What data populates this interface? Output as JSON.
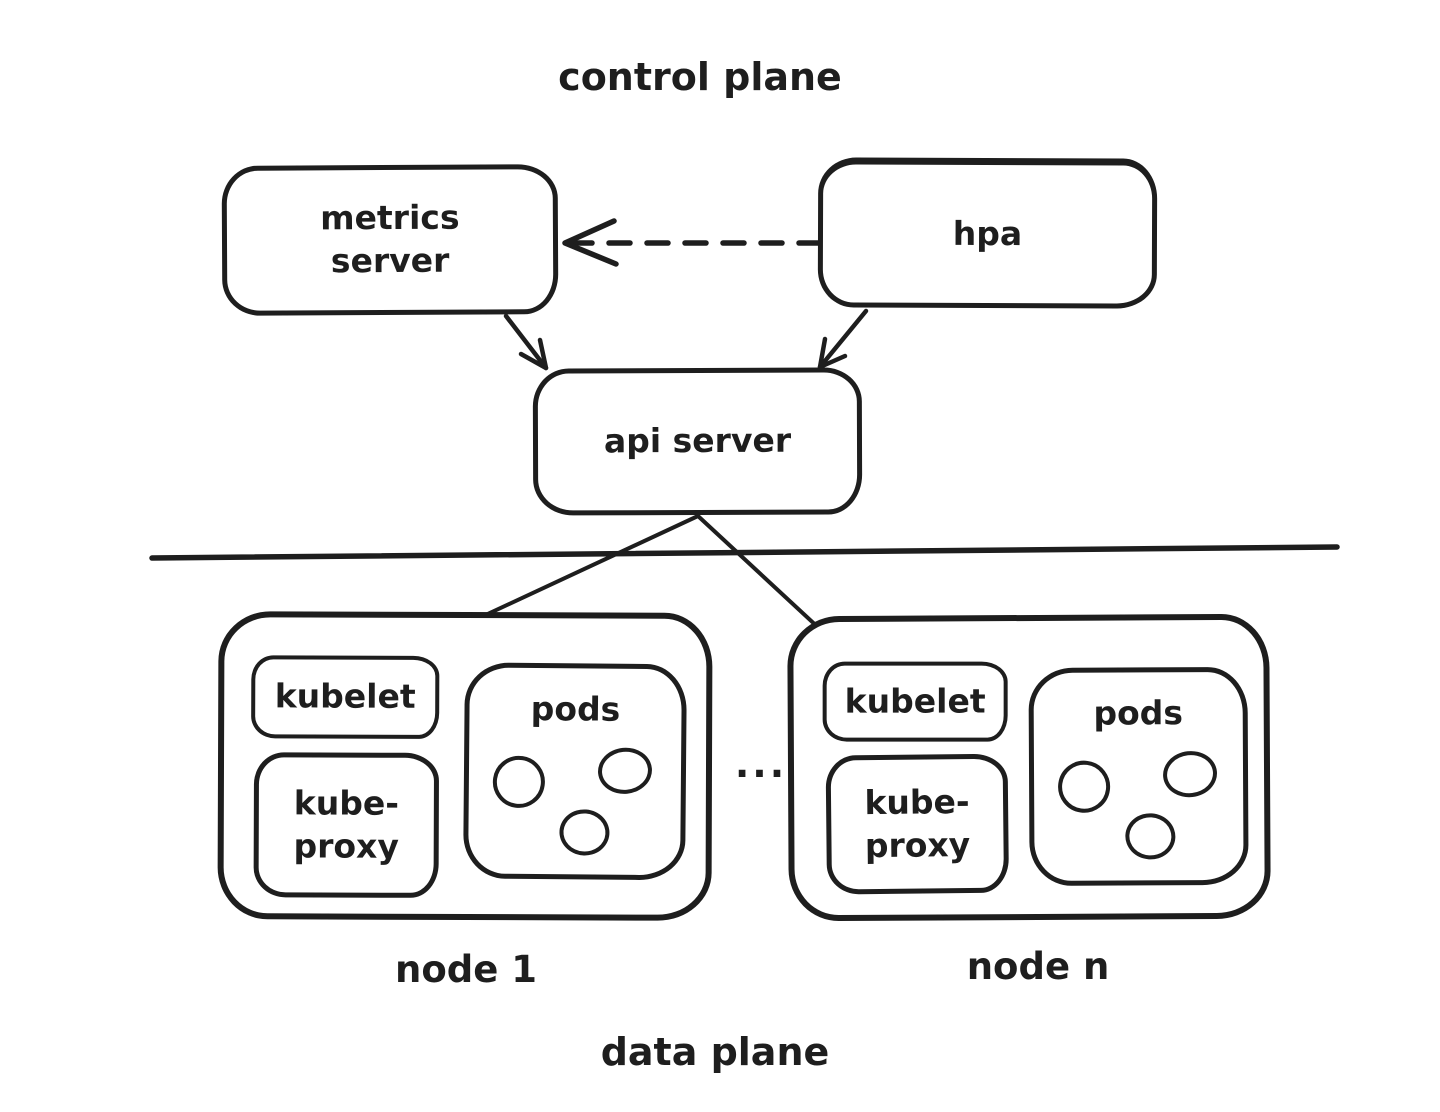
{
  "colors": {
    "stroke": "#1e1e1e",
    "background": "#ffffff"
  },
  "control_plane": {
    "title": "control plane",
    "metrics_server_label": "metrics server",
    "hpa_label": "hpa",
    "api_server_label": "api server"
  },
  "data_plane": {
    "title": "data plane",
    "ellipsis": "...",
    "nodes": [
      {
        "name": "node 1",
        "kubelet_label": "kubelet",
        "kube_proxy_line1": "kube-",
        "kube_proxy_line2": "proxy",
        "pods_label": "pods",
        "pod_count": 3
      },
      {
        "name": "node n",
        "kubelet_label": "kubelet",
        "kube_proxy_line1": "kube-",
        "kube_proxy_line2": "proxy",
        "pods_label": "pods",
        "pod_count": 3
      }
    ]
  },
  "connections": [
    {
      "from": "hpa",
      "to": "metrics server",
      "style": "dashed-arrow"
    },
    {
      "from": "metrics server",
      "to": "api server",
      "style": "solid-arrow"
    },
    {
      "from": "hpa",
      "to": "api server",
      "style": "solid-arrow"
    },
    {
      "from": "api server",
      "to": "node 1 kubelet",
      "style": "solid-arrow"
    },
    {
      "from": "api server",
      "to": "node n kubelet",
      "style": "solid-arrow"
    }
  ]
}
